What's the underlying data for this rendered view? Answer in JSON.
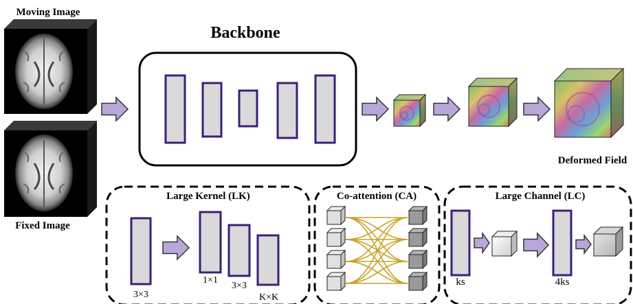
{
  "inputs": {
    "moving_label": "Moving Image",
    "fixed_label": "Fixed Image"
  },
  "backbone": {
    "title": "Backbone"
  },
  "output": {
    "label": "Deformed Field"
  },
  "modules": {
    "lk": {
      "title": "Large Kernel (LK)",
      "labels": [
        "3×3",
        "1×1",
        "3×3",
        "K×K"
      ]
    },
    "ca": {
      "title": "Co-attention (CA)"
    },
    "lc": {
      "title": "Large Channel (LC)",
      "labels": [
        "ks",
        "4ks"
      ]
    }
  },
  "colors": {
    "bar_fill": "#d9d9d9",
    "bar_stroke": "#3b1f7a",
    "arrow_fill": "#b9a7d9",
    "arrow_stroke": "#333333",
    "ca_lines": "#c9a227"
  }
}
